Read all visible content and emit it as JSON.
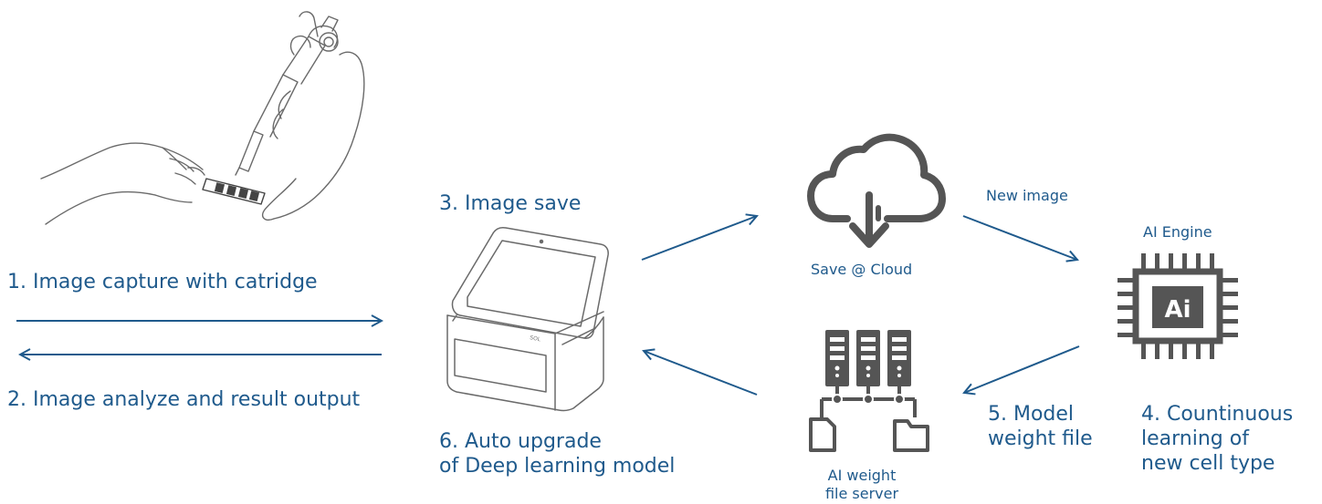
{
  "steps": {
    "step1": "1. Image capture with catridge",
    "step2": "2. Image analyze and result output",
    "step3": "3. Image save",
    "step4_line1": "4. Countinuous",
    "step4_line2": "learning of",
    "step4_line3": "new cell type",
    "step5_line1": "5. Model",
    "step5_line2": "weight file",
    "step6_line1": "6. Auto upgrade",
    "step6_line2": "of Deep learning model"
  },
  "nodes": {
    "cloud_label": "Save @ Cloud",
    "new_image_label": "New image",
    "ai_engine_label": "AI Engine",
    "ai_chip_text": "Ai",
    "server_label_line1": "AI weight",
    "server_label_line2": "file server",
    "device_brand": "SOL"
  },
  "icons": {
    "pipette": "hand-pipette-cartridge-illustration",
    "device": "analyzer-device-illustration",
    "cloud": "cloud-download-icon",
    "chip": "ai-chip-icon",
    "server": "file-server-icon"
  },
  "colors": {
    "text": "#1f5a8c",
    "arrow": "#1f5a8c",
    "icon": "#555555",
    "line_art": "#6a6a6a"
  }
}
